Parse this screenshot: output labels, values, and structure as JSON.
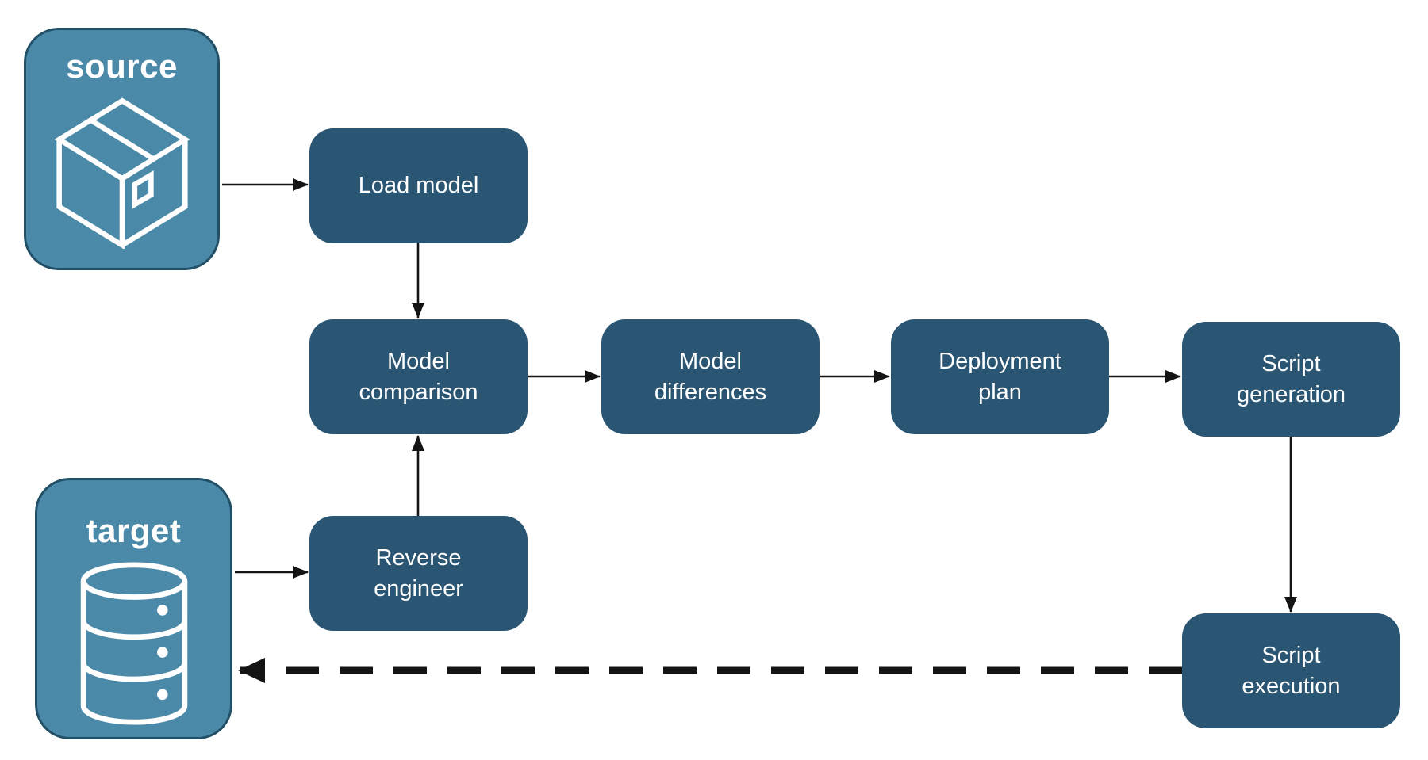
{
  "diagram": {
    "endpoints": {
      "source": {
        "label": "source",
        "icon": "package-box-icon"
      },
      "target": {
        "label": "target",
        "icon": "database-icon"
      }
    },
    "nodes": {
      "load_model": {
        "label": "Load model"
      },
      "model_comparison": {
        "label": "Model\ncomparison"
      },
      "model_differences": {
        "label": "Model\ndifferences"
      },
      "deployment_plan": {
        "label": "Deployment\nplan"
      },
      "script_generation": {
        "label": "Script\ngeneration"
      },
      "reverse_engineer": {
        "label": "Reverse\nengineer"
      },
      "script_execution": {
        "label": "Script\nexecution"
      }
    },
    "edges": [
      {
        "from": "source",
        "to": "load_model",
        "style": "solid"
      },
      {
        "from": "load_model",
        "to": "model_comparison",
        "style": "solid"
      },
      {
        "from": "model_comparison",
        "to": "model_differences",
        "style": "solid"
      },
      {
        "from": "model_differences",
        "to": "deployment_plan",
        "style": "solid"
      },
      {
        "from": "deployment_plan",
        "to": "script_generation",
        "style": "solid"
      },
      {
        "from": "script_generation",
        "to": "script_execution",
        "style": "solid"
      },
      {
        "from": "target",
        "to": "reverse_engineer",
        "style": "solid"
      },
      {
        "from": "reverse_engineer",
        "to": "model_comparison",
        "style": "solid"
      },
      {
        "from": "script_execution",
        "to": "target",
        "style": "dashed"
      }
    ],
    "colors": {
      "node_fill": "#2A5573",
      "endpoint_fill": "#4A8AA8",
      "endpoint_border": "#215067",
      "text": "#FFFFFF",
      "arrow": "#141414"
    }
  }
}
